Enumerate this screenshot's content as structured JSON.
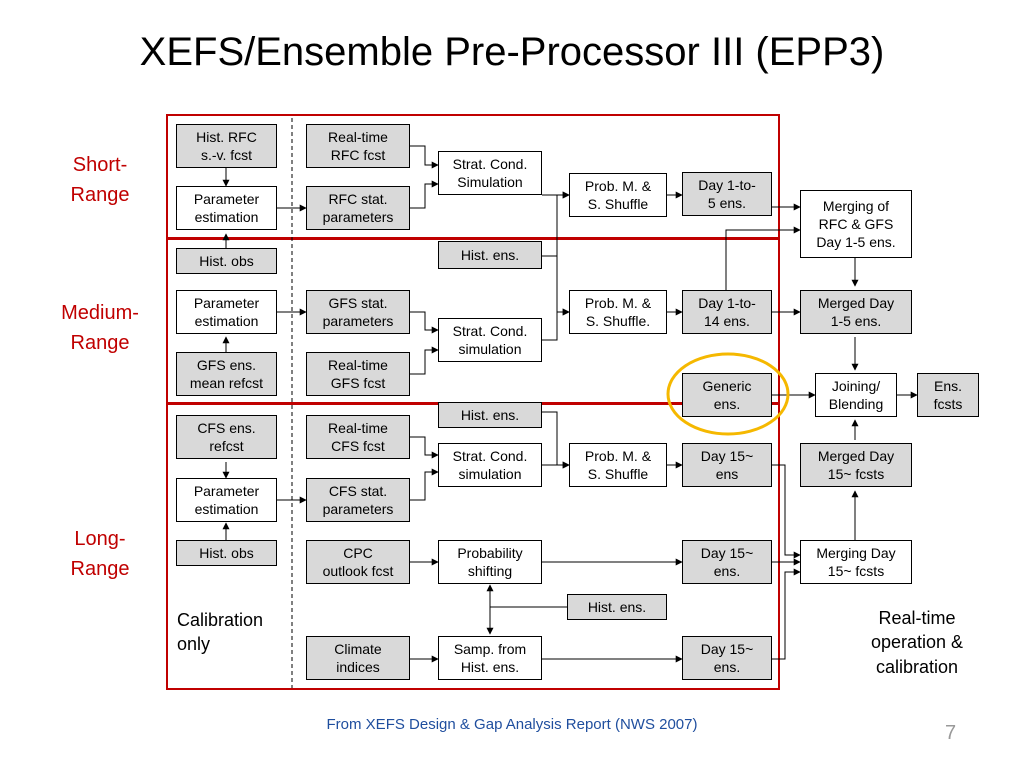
{
  "title": "XEFS/Ensemble Pre-Processor III (EPP3)",
  "regions": {
    "short": "Short-\nRange",
    "medium": "Medium-\nRange",
    "long": "Long-\nRange"
  },
  "notes": {
    "calibration": "Calibration\nonly",
    "realtime": "Real-time\noperation &\ncalibration"
  },
  "footer": "From XEFS Design & Gap Analysis Report (NWS 2007)",
  "page_number": "7",
  "accent_color": "#c00000",
  "highlight_color": "#f5b800",
  "boxes": {
    "hist_rfc": "Hist. RFC\ns.-v. fcst",
    "param_est_1": "Parameter\nestimation",
    "rt_rfc": "Real-time\nRFC fcst",
    "rfc_stat": "RFC stat.\nparameters",
    "strat_sim_1": "Strat. Cond.\nSimulation",
    "prob_1": "Prob. M. &\nS. Shuffle",
    "day_1_5": "Day 1-to-\n5 ens.",
    "merging_rfc_gfs": "Merging of\nRFC & GFS\nDay 1-5 ens.",
    "hist_ens_1": "Hist. ens.",
    "hist_obs_1": "Hist. obs",
    "param_est_2": "Parameter\nestimation",
    "gfs_ens": "GFS ens.\nmean refcst",
    "gfs_stat": "GFS stat.\nparameters",
    "rt_gfs": "Real-time\nGFS fcst",
    "strat_sim_2": "Strat. Cond.\nsimulation",
    "prob_2": "Prob. M. &\nS. Shuffle.",
    "day_1_14": "Day 1-to-\n14 ens.",
    "merged_1_5": "Merged Day\n1-5 ens.",
    "generic_ens": "Generic\nens.",
    "joining": "Joining/\nBlending",
    "ens_fcsts": "Ens.\nfcsts",
    "hist_ens_2": "Hist. ens.",
    "cfs_ens": "CFS ens.\nrefcst",
    "rt_cfs": "Real-time\nCFS fcst",
    "strat_sim_3": "Strat. Cond.\nsimulation",
    "prob_3": "Prob. M. &\nS. Shuffle",
    "day_15_a": "Day 15~\nens",
    "merged_15": "Merged Day\n15~ fcsts",
    "param_est_3": "Parameter\nestimation",
    "cfs_stat": "CFS stat.\nparameters",
    "hist_obs_2": "Hist. obs",
    "cpc": "CPC\noutlook fcst",
    "prob_shift": "Probability\nshifting",
    "day_15_b": "Day 15~\nens.",
    "merging_15": "Merging Day\n15~ fcsts",
    "hist_ens_3": "Hist. ens.",
    "climate": "Climate\nindices",
    "samp": "Samp. from\nHist. ens.",
    "day_15_c": "Day 15~\nens."
  }
}
